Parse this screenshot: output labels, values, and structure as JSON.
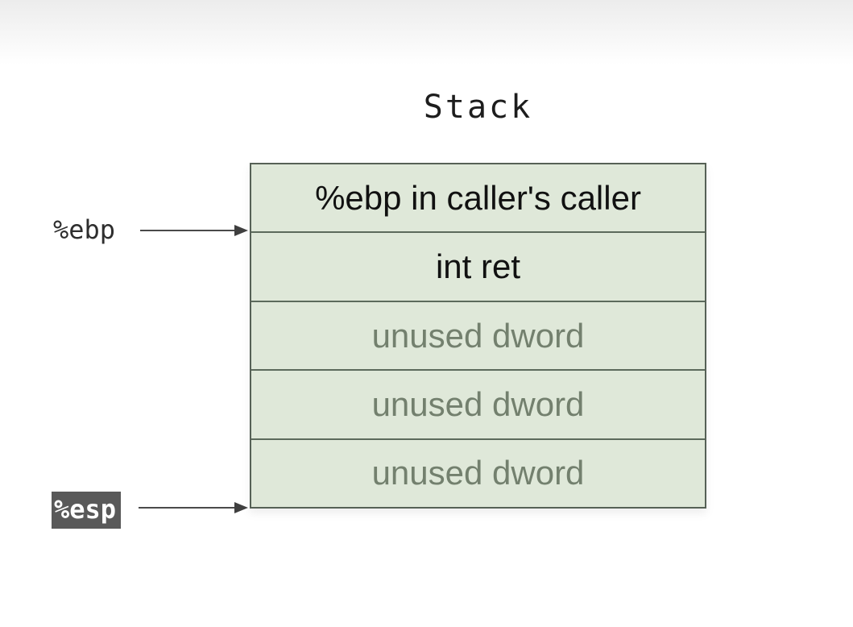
{
  "diagram": {
    "title": "Stack",
    "stack_rows": [
      {
        "label": "%ebp in caller's caller",
        "muted": false
      },
      {
        "label": "int ret",
        "muted": false
      },
      {
        "label": "unused dword",
        "muted": true
      },
      {
        "label": "unused dword",
        "muted": true
      },
      {
        "label": "unused dword",
        "muted": true
      }
    ],
    "pointers": [
      {
        "label": "%ebp",
        "highlighted": false,
        "points_to": "boundary between %ebp-in-caller's-caller and int ret rows"
      },
      {
        "label": "%esp",
        "highlighted": true,
        "points_to": "bottom edge of stack"
      }
    ],
    "colors": {
      "cell_bg": "#dfe8d9",
      "cell_border": "#566156",
      "row_text": "#111111",
      "muted_row_text": "#73806e",
      "esp_badge_bg": "#595959",
      "esp_badge_text": "#ffffff",
      "arrow": "#4a4a4a",
      "top_gradient": "#ececec"
    }
  }
}
